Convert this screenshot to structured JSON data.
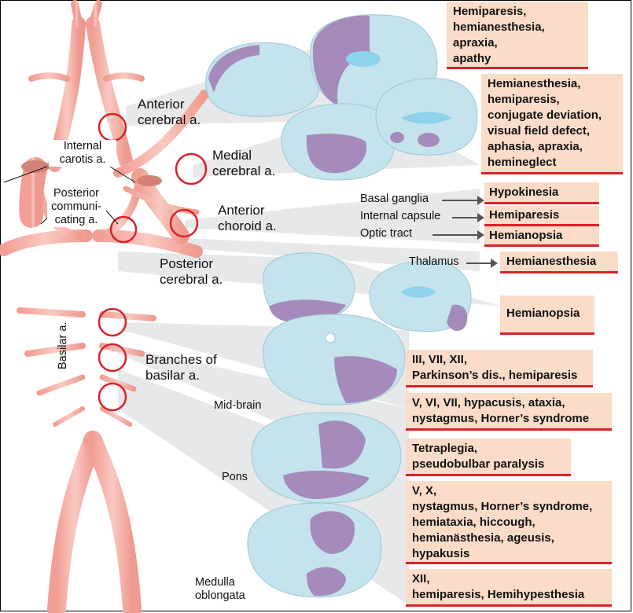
{
  "labels": {
    "internal_carotis": "Internal carotis a.",
    "posterior_communicating": "Posterior communi-cating a.",
    "basilar": "Basilar a.",
    "anterior_cerebral": "Anterior cerebral a.",
    "medial_cerebral": "Medial cerebral a.",
    "anterior_choroid": "Anterior choroid a.",
    "posterior_cerebral": "Posterior cerebral a.",
    "branches_basilar": "Branches of basilar a.",
    "mid_brain": "Mid-brain",
    "pons": "Pons",
    "medulla": "Medulla oblongata"
  },
  "structures": {
    "basal_ganglia": "Basal ganglia",
    "internal_capsule": "Internal capsule",
    "optic_tract": "Optic tract",
    "thalamus": "Thalamus"
  },
  "boxes": {
    "anterior_cerebral": [
      "Hemiparesis,",
      "hemianesthesia,",
      "apraxia,",
      "apathy"
    ],
    "medial_cerebral": [
      "Hemianesthesia,",
      "hemiparesis,",
      "conjugate deviation,",
      "visual field defect,",
      "aphasia, apraxia,",
      "hemineglect"
    ],
    "basal_ganglia": [
      "Hypokinesia"
    ],
    "internal_capsule": [
      "Hemiparesis"
    ],
    "optic_tract": [
      "Hemianopsia"
    ],
    "thalamus": [
      "Hemianesthesia"
    ],
    "posterior_cerebral": [
      "Hemianopsia"
    ],
    "midbrain": [
      "III, VII, XII,",
      "Parkinson’s dis., hemiparesis"
    ],
    "pons_upper": [
      "V, VI, VII, hypacusis, ataxia,",
      "nystagmus, Horner’s syndrome"
    ],
    "pons_lower": [
      "Tetraplegia,",
      "pseudobulbar paralysis"
    ],
    "medulla_upper": [
      "V, X,",
      "nystagmus, Horner’s syndrome,",
      "hemiataxia, hiccough,",
      "hemianästhesia, ageusis,",
      "hypakusis"
    ],
    "medulla_lower": [
      "XII,",
      "hemiparesis, Hemihypesthesia"
    ]
  },
  "colors": {
    "artery": "#f5b5ab",
    "brain": "#c5e3ec",
    "lesion": "#a48bbb",
    "box_bg": "#fbdcc8",
    "red": "#d9222a"
  }
}
